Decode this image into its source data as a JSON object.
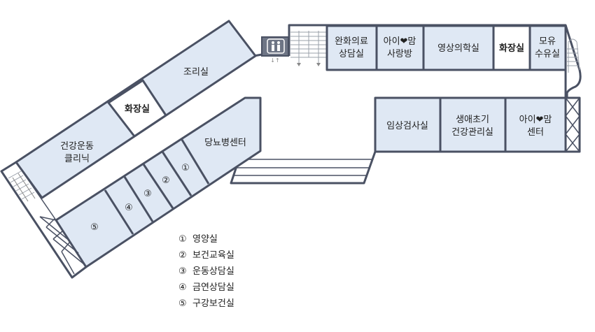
{
  "rooms": {
    "palliative": [
      "완화의료",
      "상담실"
    ],
    "mom_lounge": [
      "아이❤맘",
      "사랑방"
    ],
    "radiology": "영상의학실",
    "restroom_right": "화장실",
    "nursing": [
      "모유",
      "수유실"
    ],
    "lab": "임상검사실",
    "early_life": [
      "생애초기",
      "건강관리실"
    ],
    "mom_center": [
      "아이❤맘",
      "센터"
    ],
    "kitchen": "조리실",
    "restroom_left": "화장실",
    "exercise": [
      "건강운동",
      "클리닉"
    ],
    "diabetes": "당뇨병센터",
    "numbered": [
      "①",
      "②",
      "③",
      "④",
      "⑤"
    ]
  },
  "legend": [
    {
      "num": "①",
      "label": "영양실"
    },
    {
      "num": "②",
      "label": "보건교육실"
    },
    {
      "num": "③",
      "label": "운동상담실"
    },
    {
      "num": "④",
      "label": "금연상담실"
    },
    {
      "num": "⑤",
      "label": "구강보건실"
    }
  ],
  "colors": {
    "room_fill": "#dfe8f4",
    "wall": "#4a5163"
  }
}
